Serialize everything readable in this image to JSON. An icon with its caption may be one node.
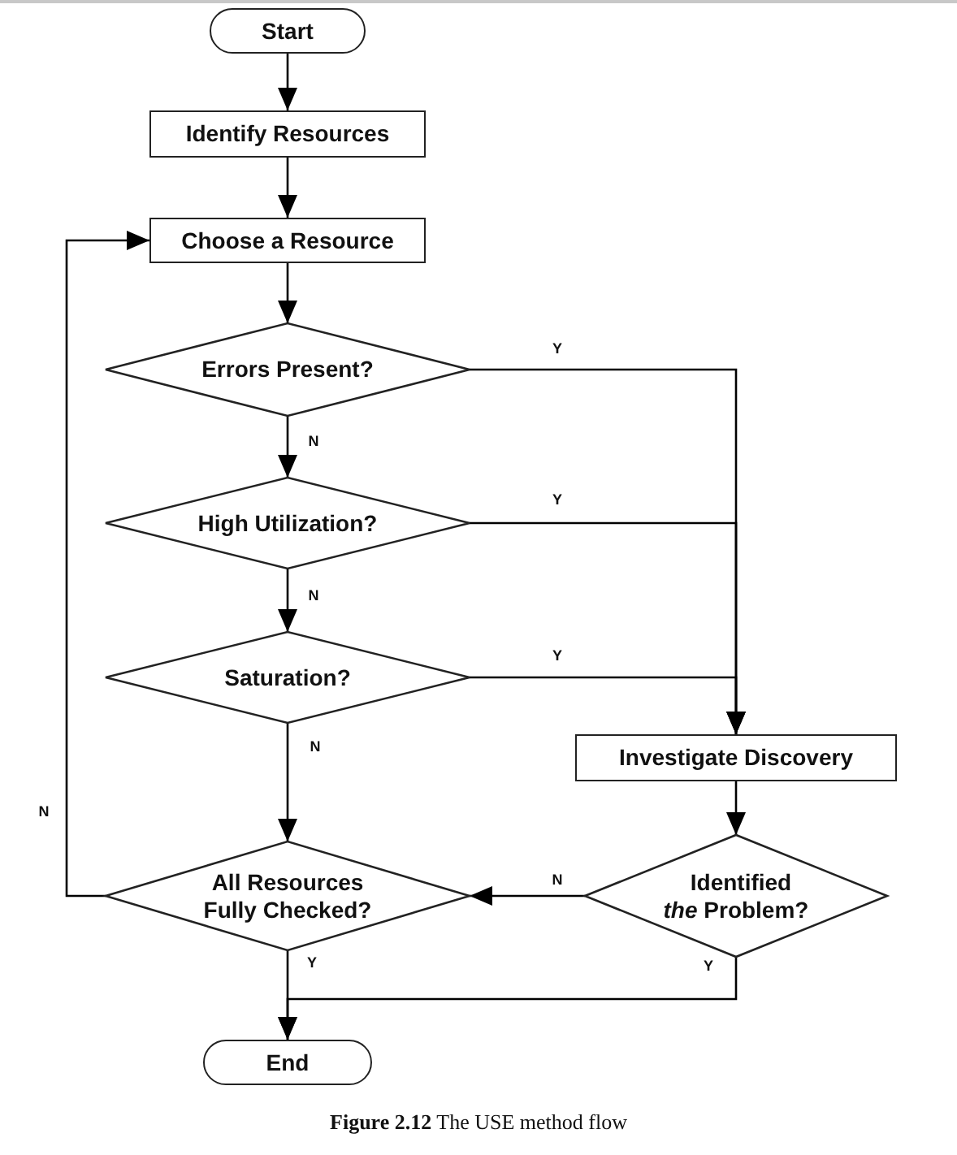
{
  "diagram": {
    "caption": "**Figure 2.12** The USE method flow",
    "nodes": [
      {
        "text": [
          "Start"
        ]
      },
      {
        "text": [
          "Identify Resources"
        ]
      },
      {
        "text": [
          "Choose a Resource"
        ]
      },
      {
        "text": [
          "Errors Present?"
        ]
      },
      {
        "text": [
          "High Utilization?"
        ]
      },
      {
        "text": [
          "Saturation?"
        ]
      },
      {
        "text": [
          "Investigate Discovery"
        ]
      },
      {
        "text": [
          "All Resources Fully Checked?"
        ]
      },
      {
        "text": [
          "Identified *the* Problem?"
        ]
      },
      {
        "text": [
          "End"
        ]
      }
    ],
    "edges": [
      {
        "from": 0,
        "to": 1,
        "arrow": "to"
      },
      {
        "from": 1,
        "to": 2,
        "arrow": "to"
      },
      {
        "from": 2,
        "to": 3,
        "arrow": "to"
      },
      {
        "from": 3,
        "to": 4,
        "arrow": "to",
        "label": "N"
      },
      {
        "from": 3,
        "to": 6,
        "arrow": "to",
        "label": "Y"
      },
      {
        "from": 4,
        "to": 5,
        "arrow": "to",
        "label": "N"
      },
      {
        "from": 4,
        "to": 6,
        "arrow": "to",
        "label": "Y"
      },
      {
        "from": 5,
        "to": 7,
        "arrow": "to",
        "label": "N"
      },
      {
        "from": 5,
        "to": 6,
        "arrow": "to",
        "label": "Y"
      },
      {
        "from": 6,
        "to": 8,
        "arrow": "to"
      },
      {
        "from": 8,
        "to": 7,
        "arrow": "to",
        "label": "N"
      },
      {
        "from": 7,
        "to": 2,
        "arrow": "to",
        "label": "N"
      },
      {
        "from": 7,
        "to": 9,
        "arrow": "to",
        "label": "Y"
      },
      {
        "from": 8,
        "to": 9,
        "arrow": "to",
        "label": "Y"
      }
    ]
  }
}
